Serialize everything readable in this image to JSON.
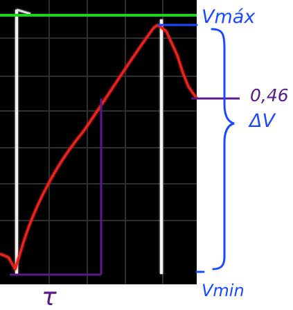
{
  "labels": {
    "vmax": "Vmáx",
    "vmin": "Vmin",
    "fraction": "0,46",
    "delta_v": "ΔV",
    "tau": "τ"
  },
  "colors": {
    "screen_bg": "#000000",
    "grid": "#2f2f2f",
    "trace": "#e8201e",
    "green_line": "#1fd21f",
    "pulse": "#f2f2f2",
    "annotation_blue": "#1a49ff",
    "annotation_purple": "#5a1a8c"
  }
}
